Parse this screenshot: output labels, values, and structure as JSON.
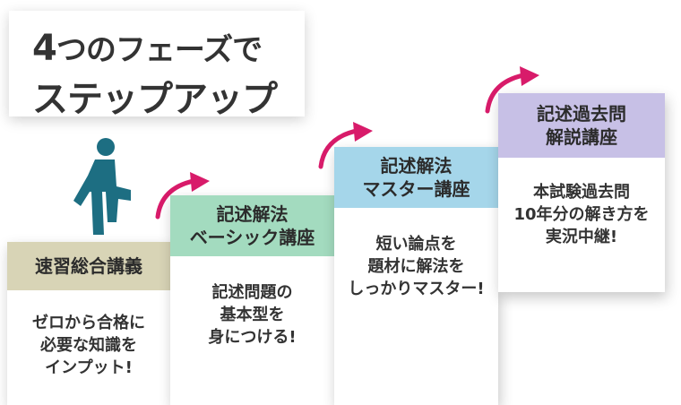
{
  "title": {
    "line1_a": "4",
    "line1_b": "つのフェーズで",
    "line2": "ステップアップ"
  },
  "steps": [
    {
      "heading": [
        "速習総合講義"
      ],
      "body": [
        "ゼロから合格に",
        "必要な知識を",
        "インプット!"
      ],
      "color": "#d8d4b6"
    },
    {
      "heading": [
        "記述解法",
        "ベーシック講座"
      ],
      "body": [
        "記述問題の",
        "基本型を",
        "身につける!"
      ],
      "color": "#a3dbbf"
    },
    {
      "heading": [
        "記述解法",
        "マスター講座"
      ],
      "body": [
        "短い論点を",
        "題材に解法を",
        "しっかりマスター!"
      ],
      "color": "#a5d6ea"
    },
    {
      "heading": [
        "記述過去問",
        "解説講座"
      ],
      "body": [
        "本試験過去問",
        "10年分の解き方を",
        "実況中継!"
      ],
      "color": "#c7c0e6"
    }
  ],
  "icons": {
    "walker": "person-climbing-stairs-icon",
    "arrow": "curved-arrow-icon"
  },
  "colors": {
    "walker": "#1d6e82",
    "arrow": "#d81b6a"
  }
}
